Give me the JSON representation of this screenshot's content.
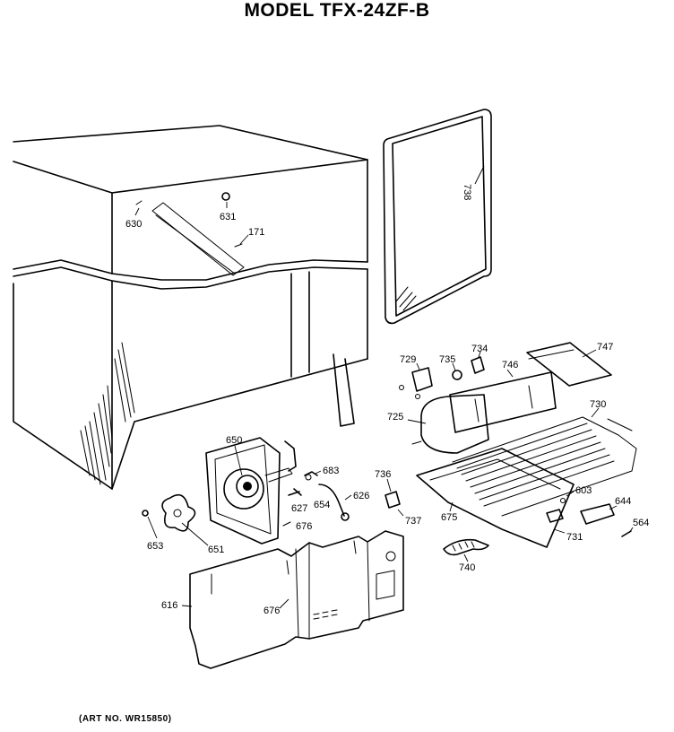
{
  "title": "MODEL TFX-24ZF-B",
  "art_number": "(ART NO. WR15850)",
  "part_labels": {
    "p630": "630",
    "p631": "631",
    "p171": "171",
    "p738": "738",
    "p729": "729",
    "p735": "735",
    "p734": "734",
    "p746": "746",
    "p747": "747",
    "p725": "725",
    "p730": "730",
    "p650": "650",
    "p683": "683",
    "p736": "736",
    "p626": "626",
    "p654": "654",
    "p627": "627",
    "p676a": "676",
    "p737": "737",
    "p675": "675",
    "p603": "603",
    "p644": "644",
    "p564": "564",
    "p731": "731",
    "p653": "653",
    "p651": "651",
    "p740": "740",
    "p616": "616",
    "p676b": "676"
  }
}
